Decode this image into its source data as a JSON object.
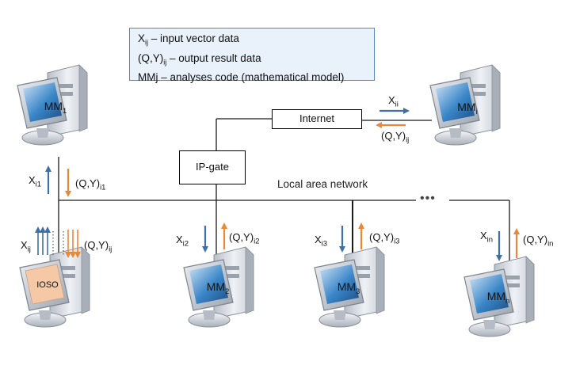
{
  "legend": {
    "line1_x": "X",
    "line1_x_sub": "ij",
    "line1_text": " – input vector data",
    "line2_pre": "(Q,Y)",
    "line2_sub": "ij",
    "line2_text": " – output result data",
    "line3": "MMj – analyses code (mathematical model)"
  },
  "boxes": {
    "internet": "Internet",
    "ipgate": "IP-gate"
  },
  "network_label": "Local area network",
  "ellipsis": "•••",
  "computers": {
    "mm1": {
      "name": "MM",
      "sub": "1"
    },
    "mmi": {
      "name": "MM",
      "sub": "i"
    },
    "ioso": {
      "name": "IOSO"
    },
    "mm2": {
      "name": "MM",
      "sub": "2"
    },
    "mm3": {
      "name": "MM",
      "sub": "3"
    },
    "mmn": {
      "name": "MM",
      "sub": "n"
    }
  },
  "labels": {
    "xii": {
      "main": "X",
      "sub": "ii"
    },
    "qyij_right": {
      "main": "(Q,Y)",
      "sub": "ij"
    },
    "xi1": {
      "main": "X",
      "sub": "i1"
    },
    "qyi1": {
      "main": "(Q,Y)",
      "sub": "i1"
    },
    "xij": {
      "main": "X",
      "sub": "ij"
    },
    "qyij_left": {
      "main": "(Q,Y)",
      "sub": "ij"
    },
    "xi2": {
      "main": "X",
      "sub": "i2"
    },
    "qyi2": {
      "main": "(Q,Y)",
      "sub": "i2"
    },
    "xi3": {
      "main": "X",
      "sub": "i3"
    },
    "qyi3": {
      "main": "(Q,Y)",
      "sub": "i3"
    },
    "xin": {
      "main": "X",
      "sub": "in"
    },
    "qyin": {
      "main": "(Q,Y)",
      "sub": "in"
    }
  },
  "colors": {
    "input_arrow": "#3e6fa6",
    "output_arrow": "#e8883a",
    "legend_bg": "#e9f1fa",
    "legend_border": "#5a86b8",
    "ioso_screen": "#f6c9a6"
  }
}
